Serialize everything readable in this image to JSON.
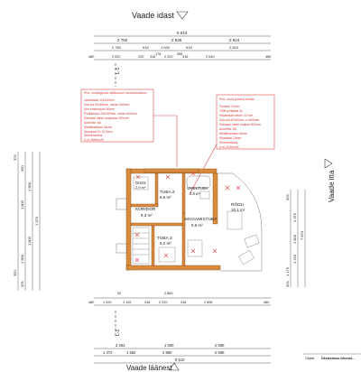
{
  "views": {
    "top": "Vaade idast",
    "bottom": "Vaade läänest",
    "right": "Vaade itta"
  },
  "section_marks": {
    "top": "L-1",
    "bottom": "L-1"
  },
  "dims_top": {
    "total": "8 510",
    "row1": [
      "2 750",
      "2 836",
      "2 924"
    ],
    "row2": [
      "2 760",
      "516",
      "1 630",
      "518",
      "2 924"
    ],
    "row3": [
      "480",
      "2 020",
      "220",
      "318",
      "2 220",
      "318",
      "2 040",
      "480"
    ],
    "small": [
      "178",
      "356"
    ]
  },
  "dims_bottom": {
    "row1": [
      "480",
      "1 020",
      "1 152",
      "318",
      "2 220",
      "318",
      "2 696",
      "480"
    ],
    "row2": [
      "2 262",
      "1 900",
      "2 696"
    ],
    "row3": [
      "1 372",
      "1 562",
      "2 880",
      "2 696"
    ],
    "total": "8 510",
    "small": [
      "2 860",
      "52"
    ]
  },
  "dims_left": [
    "325",
    "350",
    "1 900",
    "1 800",
    "1 370",
    "1 800",
    "1 900",
    "350",
    "325"
  ],
  "dims_right": [
    "325",
    "1 375",
    "1 800",
    "1 250",
    "1 175",
    "325",
    "7 870"
  ],
  "note_left": {
    "title": "Pnd. vindalgeuse sõiduruum konstruktsioon",
    "lines": [
      "Vaanhtaad 10x140mm",
      "Dos sol 50x50mm, samm 600mm",
      "Alm eristerajum 30mm",
      "Puitkarkass 200x50mm, samm 600mm",
      "Karkassi vahel soojustus 200mm",
      "Aurutõke 1tk",
      "Metallkarkass 18mm",
      "Kipsplaat 2x 12,5mm",
      "Siseviimistlus"
    ],
    "footer": "U=0,16W/m2K"
  },
  "note_right": {
    "title": "Pnd. vindi põrand konstr.",
    "lines": [
      "Puitkest 22mm",
      "OSB-puitplaat 4x",
      "Mauerplatt vieser 22 mm",
      "Doe-kst 50x50mm, s=600mm",
      "Karkassi vahel soojust 300mm",
      "Aurutõke 1tk",
      "Metallkarkass 18mm",
      "Kipsplaat 13mm",
      "Siseviimistlus"
    ],
    "footer": "U=0,11W/m2K"
  },
  "rooms": [
    {
      "name": "DUSS",
      "area": "2,9 m²"
    },
    {
      "name": "TUBA 2",
      "area": "9,6 m²"
    },
    {
      "name": "VANNITUBA",
      "area": "3,8 m²"
    },
    {
      "name": "KORIDOR",
      "area": "9,3 m²"
    },
    {
      "name": "MAGAMISTUBA",
      "area": "9,6 m²"
    },
    {
      "name": "RÕDU",
      "area": "10,1 m²"
    },
    {
      "name": "TUBA 3",
      "area": "9,2 m²"
    }
  ],
  "titleblock": {
    "label": "Objekt",
    "name": "Üksikelamu rekonst..."
  }
}
